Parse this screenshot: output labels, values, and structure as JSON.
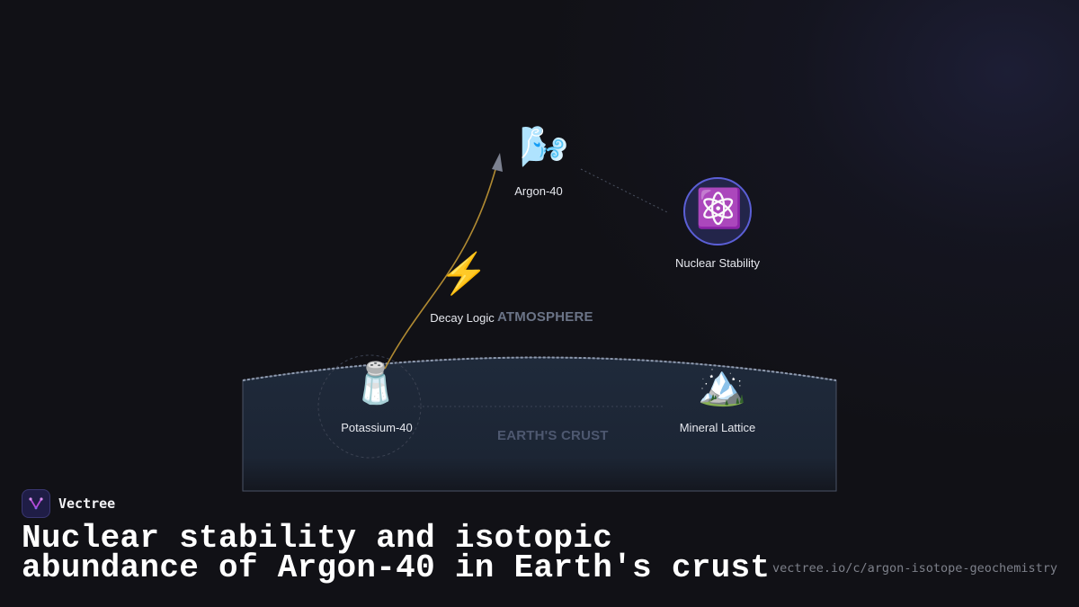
{
  "nodes": {
    "argon": {
      "label": "Argon-40",
      "icon": "🌬️",
      "icon_name": "wind-face-icon"
    },
    "nuclear_stability": {
      "label": "Nuclear Stability",
      "icon": "⚛️",
      "icon_name": "atom-icon"
    },
    "decay_logic": {
      "label": "Decay Logic",
      "icon": "⚡",
      "icon_name": "lightning-icon"
    },
    "potassium": {
      "label": "Potassium-40",
      "icon": "🧂",
      "icon_name": "salt-shaker-icon"
    },
    "mineral_lattice": {
      "label": "Mineral Lattice",
      "icon": "🏔️",
      "icon_name": "mountain-icon"
    }
  },
  "regions": {
    "atmosphere": "ATMOSPHERE",
    "crust": "EARTH'S CRUST"
  },
  "brand": {
    "name": "Vectree",
    "logo_icon": "vectree-logo-icon"
  },
  "title": "Nuclear stability and isotopic abundance of Argon-40 in Earth's crust",
  "url": "vectree.io/c/argon-isotope-geochemistry",
  "colors": {
    "background": "#111116",
    "crust_fill": "#1e2838",
    "crust_edge": "#8a95a8",
    "decay_arrow": "#b08a32",
    "atom_ring": "#5b5fd6",
    "region_label": "#6b7487",
    "brand_accent": "#b44ad8"
  }
}
